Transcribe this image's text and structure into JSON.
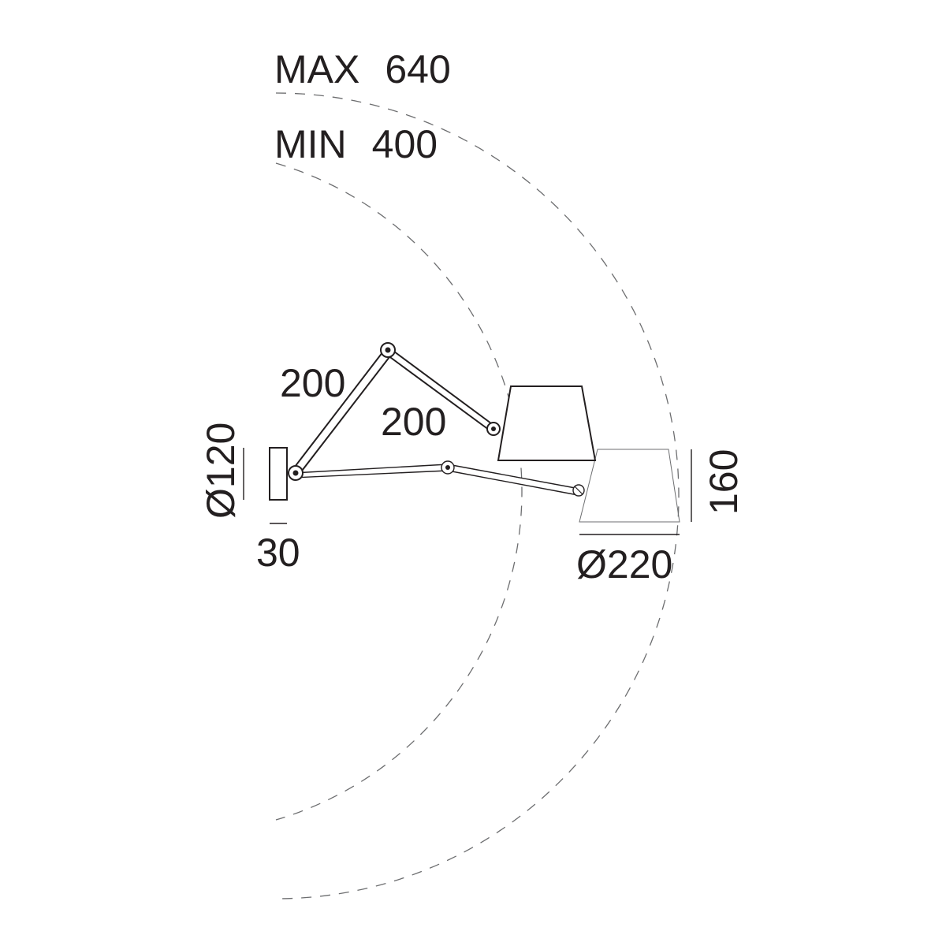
{
  "reach": {
    "max_label": "MAX",
    "max_value": "640",
    "min_label": "MIN",
    "min_value": "400"
  },
  "arms": {
    "upper_arm_length": "200",
    "lower_arm_length": "200"
  },
  "base": {
    "diameter": "Ø120",
    "depth": "30"
  },
  "shade": {
    "diameter": "Ø220",
    "height": "160"
  }
}
